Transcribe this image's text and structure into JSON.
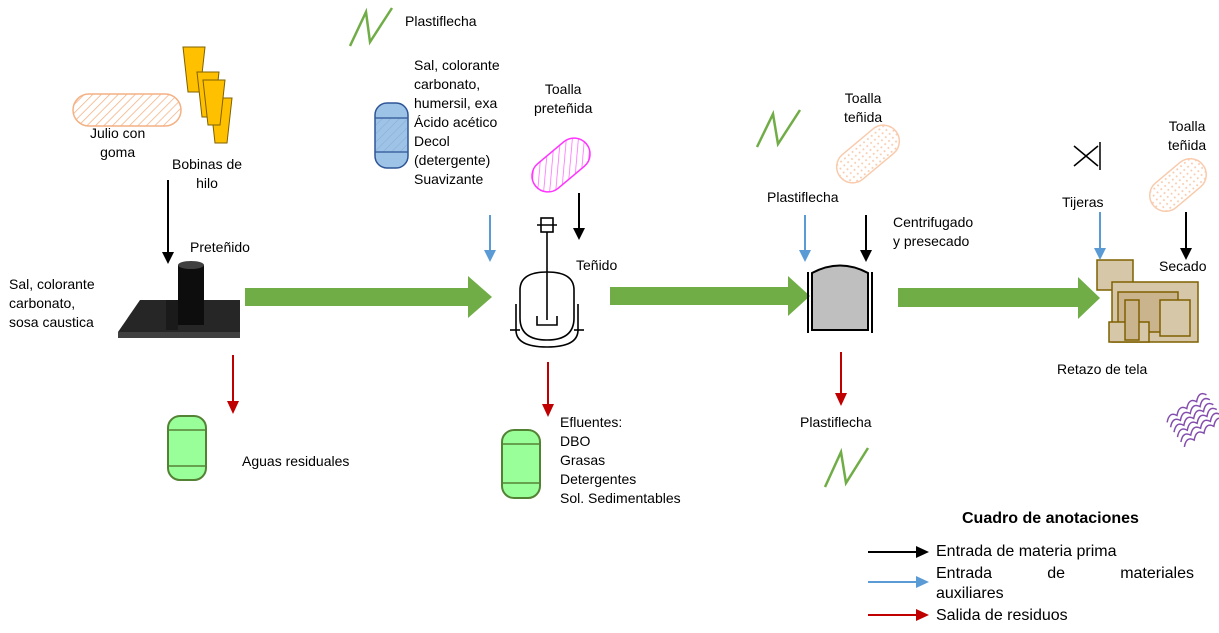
{
  "stages": {
    "pretenido": "Preteñido",
    "tenido": "Teñido",
    "centrifugado": [
      "Centrifugado",
      "y presecado"
    ],
    "secado": "Secado"
  },
  "inputs": {
    "julio": [
      "Julio con",
      "goma"
    ],
    "bobinas": [
      "Bobinas de",
      "hilo"
    ],
    "pretenido_quimicos": [
      "Sal, colorante",
      "carbonato,",
      "sosa caustica"
    ],
    "plastiflecha_top": "Plastiflecha",
    "tenido_quimicos": [
      "Sal, colorante",
      "carbonato,",
      "humersil, exa",
      "Ácido acético",
      "Decol",
      "(detergente)",
      "Suavizante"
    ],
    "toalla_pretenida": [
      "Toalla",
      "preteñida"
    ],
    "toalla_tenida_1": [
      "Toalla",
      "teñida"
    ],
    "plastiflecha_mid": "Plastiflecha",
    "tijeras": "Tijeras",
    "toalla_tenida_2": [
      "Toalla",
      "teñida"
    ]
  },
  "outputs": {
    "aguas": "Aguas residuales",
    "efluentes": [
      "Efluentes:",
      "DBO",
      "Grasas",
      "Detergentes",
      "Sol. Sedimentables"
    ],
    "plastiflecha_out": "Plastiflecha",
    "retazo": "Retazo de tela"
  },
  "legend": {
    "title": "Cuadro de anotaciones",
    "items": [
      {
        "label": "Entrada de materia prima",
        "color": "#000000"
      },
      {
        "label": "Entrada de materiales auxiliares",
        "color": "#5b9bd5"
      },
      {
        "label": "Salida de residuos",
        "color": "#c00000"
      }
    ],
    "aux_line1": [
      "Entrada",
      "de",
      "materiales"
    ],
    "aux_line2": "auxiliares"
  },
  "colors": {
    "process_arrow": "#70ad47",
    "raw_input": "#000000",
    "aux_input": "#5b9bd5",
    "waste": "#c00000",
    "tank_fill": "#99ff99",
    "tank_stroke": "#548235"
  }
}
